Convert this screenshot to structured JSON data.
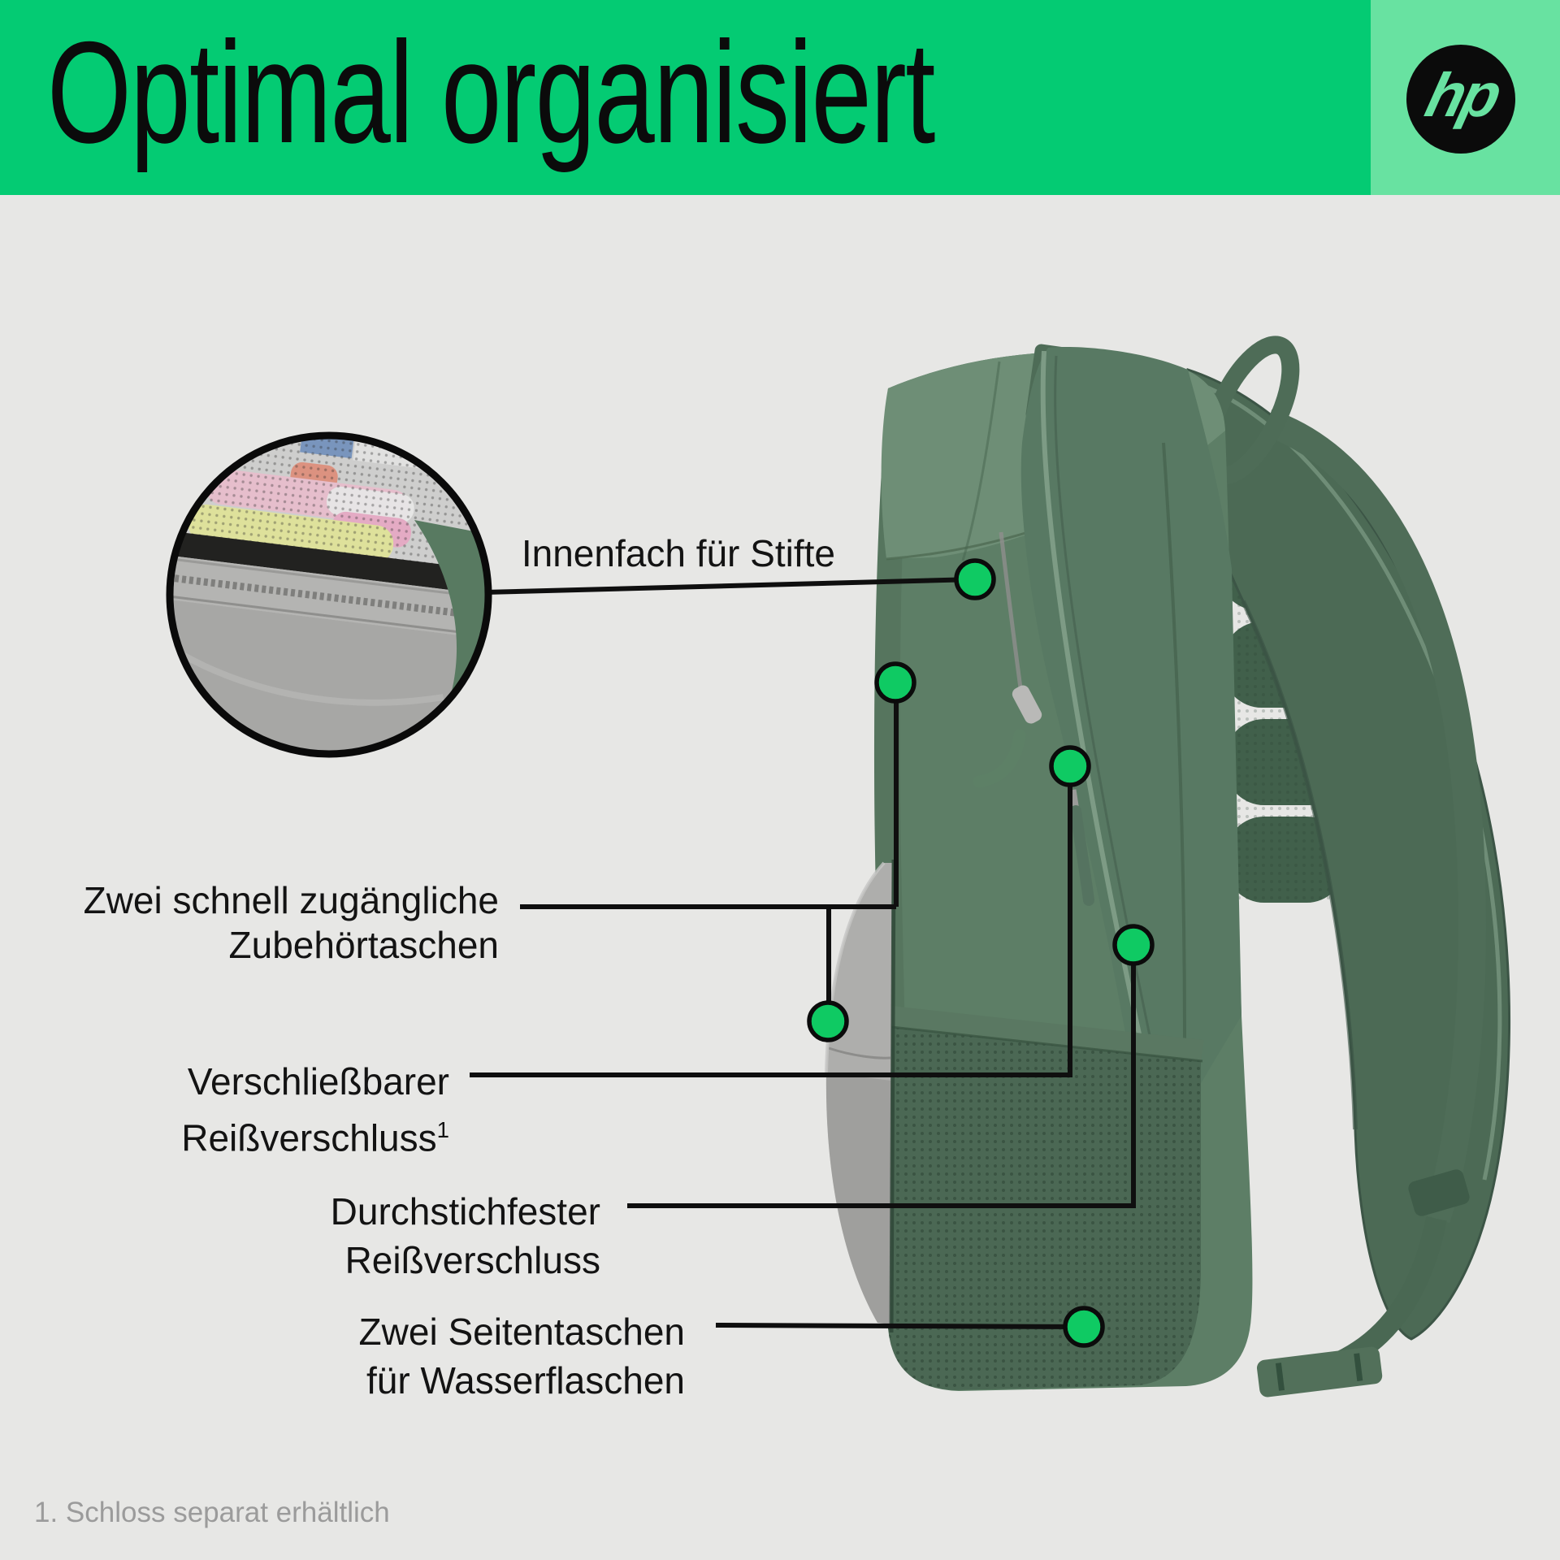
{
  "banner": {
    "title": "Optimal organisiert",
    "logo_text": "hp"
  },
  "callouts": [
    {
      "id": "pens",
      "lines": [
        "Innenfach für Stifte"
      ]
    },
    {
      "id": "accessory-pockets",
      "lines": [
        "Zwei schnell zugängliche",
        "Zubehörtaschen"
      ]
    },
    {
      "id": "lockable-zipper",
      "lines": [
        "Verschließbarer",
        "Reißverschluss"
      ],
      "sup": "1"
    },
    {
      "id": "puncture-zipper",
      "lines": [
        "Durchstichfester",
        "Reißverschluss"
      ]
    },
    {
      "id": "side-pockets",
      "lines": [
        "Zwei Seitentaschen",
        "für Wasserflaschen"
      ]
    }
  ],
  "footnote": "1. Schloss separat erhältlich",
  "colors": {
    "banner_green": "#04cb73",
    "panel_green": "#68e2a1",
    "dot_green": "#0fca63",
    "backpack_green": "#5d7e66",
    "background": "#e7e7e5",
    "text": "#131313",
    "footnote_gray": "#9b9b9b"
  }
}
